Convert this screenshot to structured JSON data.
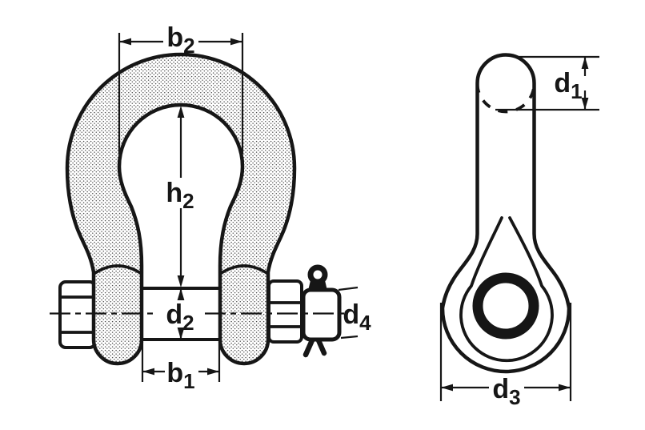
{
  "diagram": {
    "background_color": "#ffffff",
    "ink_color": "#161616",
    "stipple_dot_color": "#4a4a4a",
    "labels": {
      "b2": {
        "base": "b",
        "sub": "2"
      },
      "h2": {
        "base": "h",
        "sub": "2"
      },
      "d2": {
        "base": "d",
        "sub": "2"
      },
      "b1": {
        "base": "b",
        "sub": "1"
      },
      "d4": {
        "base": "d",
        "sub": "4"
      },
      "d1": {
        "base": "d",
        "sub": "1"
      },
      "d3": {
        "base": "d",
        "sub": "3"
      }
    }
  }
}
